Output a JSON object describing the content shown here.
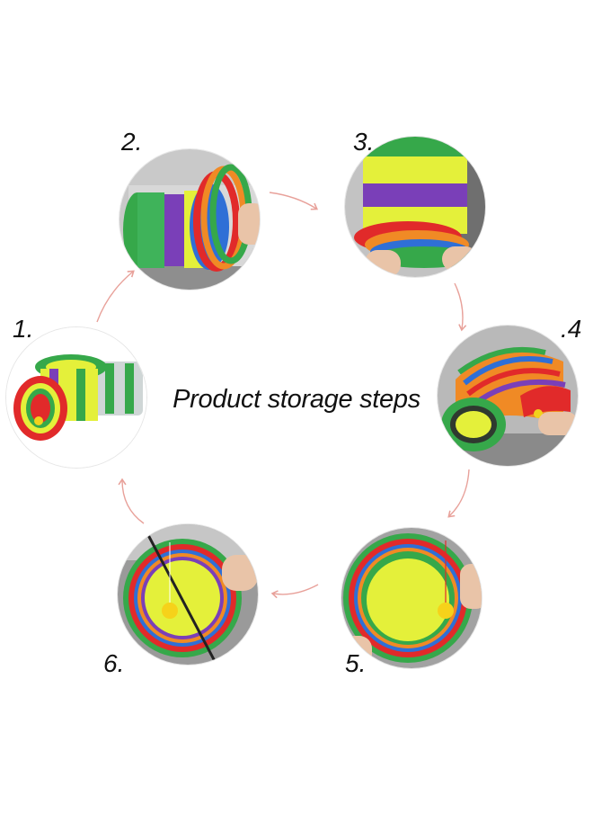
{
  "title": "Product storage steps",
  "steps": [
    {
      "label": "1.",
      "description": "assembled three-way tunnel"
    },
    {
      "label": "2.",
      "description": "twist the tunnel coils"
    },
    {
      "label": "3.",
      "description": "fold the tunnel downward"
    },
    {
      "label": ".4",
      "description": "fold the coils together"
    },
    {
      "label": "5.",
      "description": "press the folded rings flat"
    },
    {
      "label": "6.",
      "description": "secure the folded rings"
    }
  ],
  "colors": {
    "arrow": "#e8a19a",
    "text": "#111111",
    "green": "#36a84a",
    "yellow": "#e4f03a",
    "red": "#e12a2a",
    "blue": "#2f6fd6",
    "purple": "#7a3fb8",
    "orange": "#f08a25"
  }
}
